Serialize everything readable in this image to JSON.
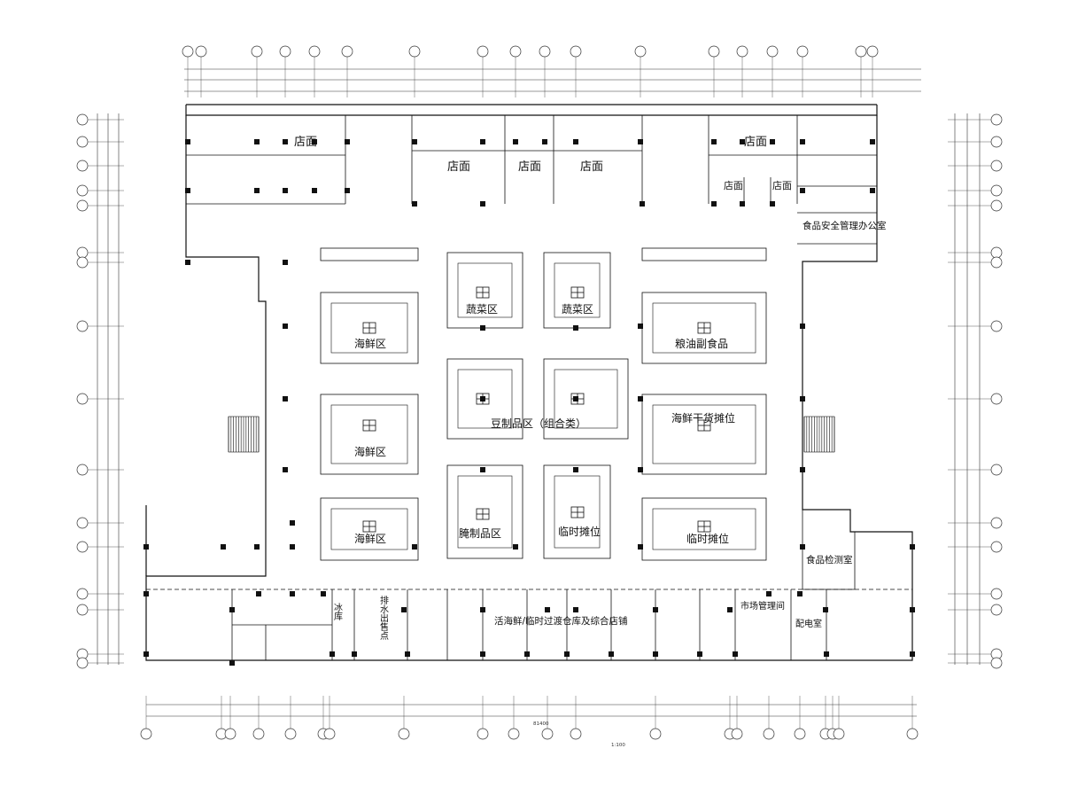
{
  "rooms": {
    "shop_nw": "店面",
    "shop_n1": "店面",
    "shop_n2": "店面",
    "shop_n3": "店面",
    "shop_ne": "店面",
    "shop_e1": "店面",
    "shop_e2": "店面",
    "food_safety_office": "食品安全管理办公室",
    "food_inspection": "食品检测室",
    "market_management": "市场管理间",
    "power_room": "配电室",
    "cold_storage_shops": "活海鲜/临时过渡仓库及综合店铺",
    "ice_store": "冰库",
    "drain_outlet": "排水出售点",
    "tofu_zone": "豆制品区（组合类）"
  },
  "zones": [
    {
      "label": "蔬菜区"
    },
    {
      "label": "蔬菜区"
    },
    {
      "label": "海鲜区"
    },
    {
      "label": "粮油副食品"
    },
    {
      "label": "海鲜区"
    },
    {
      "label": "海鲜干货摊位"
    },
    {
      "label": "海鲜区"
    },
    {
      "label": "腌制品区"
    },
    {
      "label": "临时摊位"
    },
    {
      "label": "临时摊位"
    }
  ],
  "notes": {
    "dimension_total": "81400",
    "scale": "1:100"
  }
}
